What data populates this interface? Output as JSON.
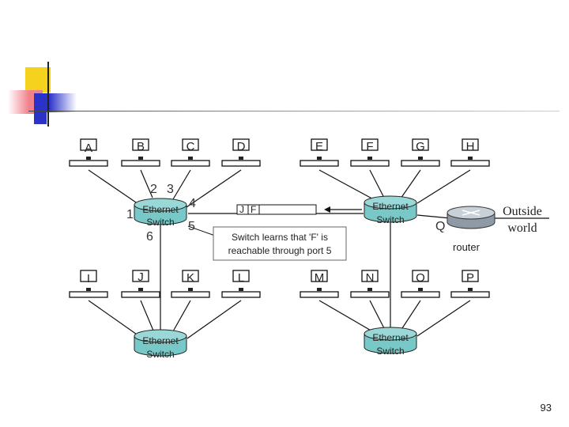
{
  "hosts_top": [
    "A",
    "B",
    "C",
    "D",
    "E",
    "F",
    "G",
    "H"
  ],
  "hosts_bottom": [
    "I",
    "J",
    "K",
    "L",
    "M",
    "N",
    "O",
    "P"
  ],
  "switch_label": [
    "Ethernet",
    "Switch"
  ],
  "ports": {
    "p1": "1",
    "p2": "2",
    "p3": "3",
    "p4": "4",
    "p5": "5",
    "p6": "6",
    "q": "Q"
  },
  "frame": {
    "dst": "J",
    "src": "F"
  },
  "callout": {
    "line1": "Switch learns that 'F' is",
    "line2": "reachable through port 5"
  },
  "router_label": "router",
  "outside": {
    "line1": "Outside",
    "line2": "world"
  },
  "page_number": "93",
  "colors": {
    "deco_yellow": "#f5d21e",
    "deco_red": "#f0828c",
    "deco_blue": "#2a32c8",
    "switch_fill": "#78c8c8"
  }
}
